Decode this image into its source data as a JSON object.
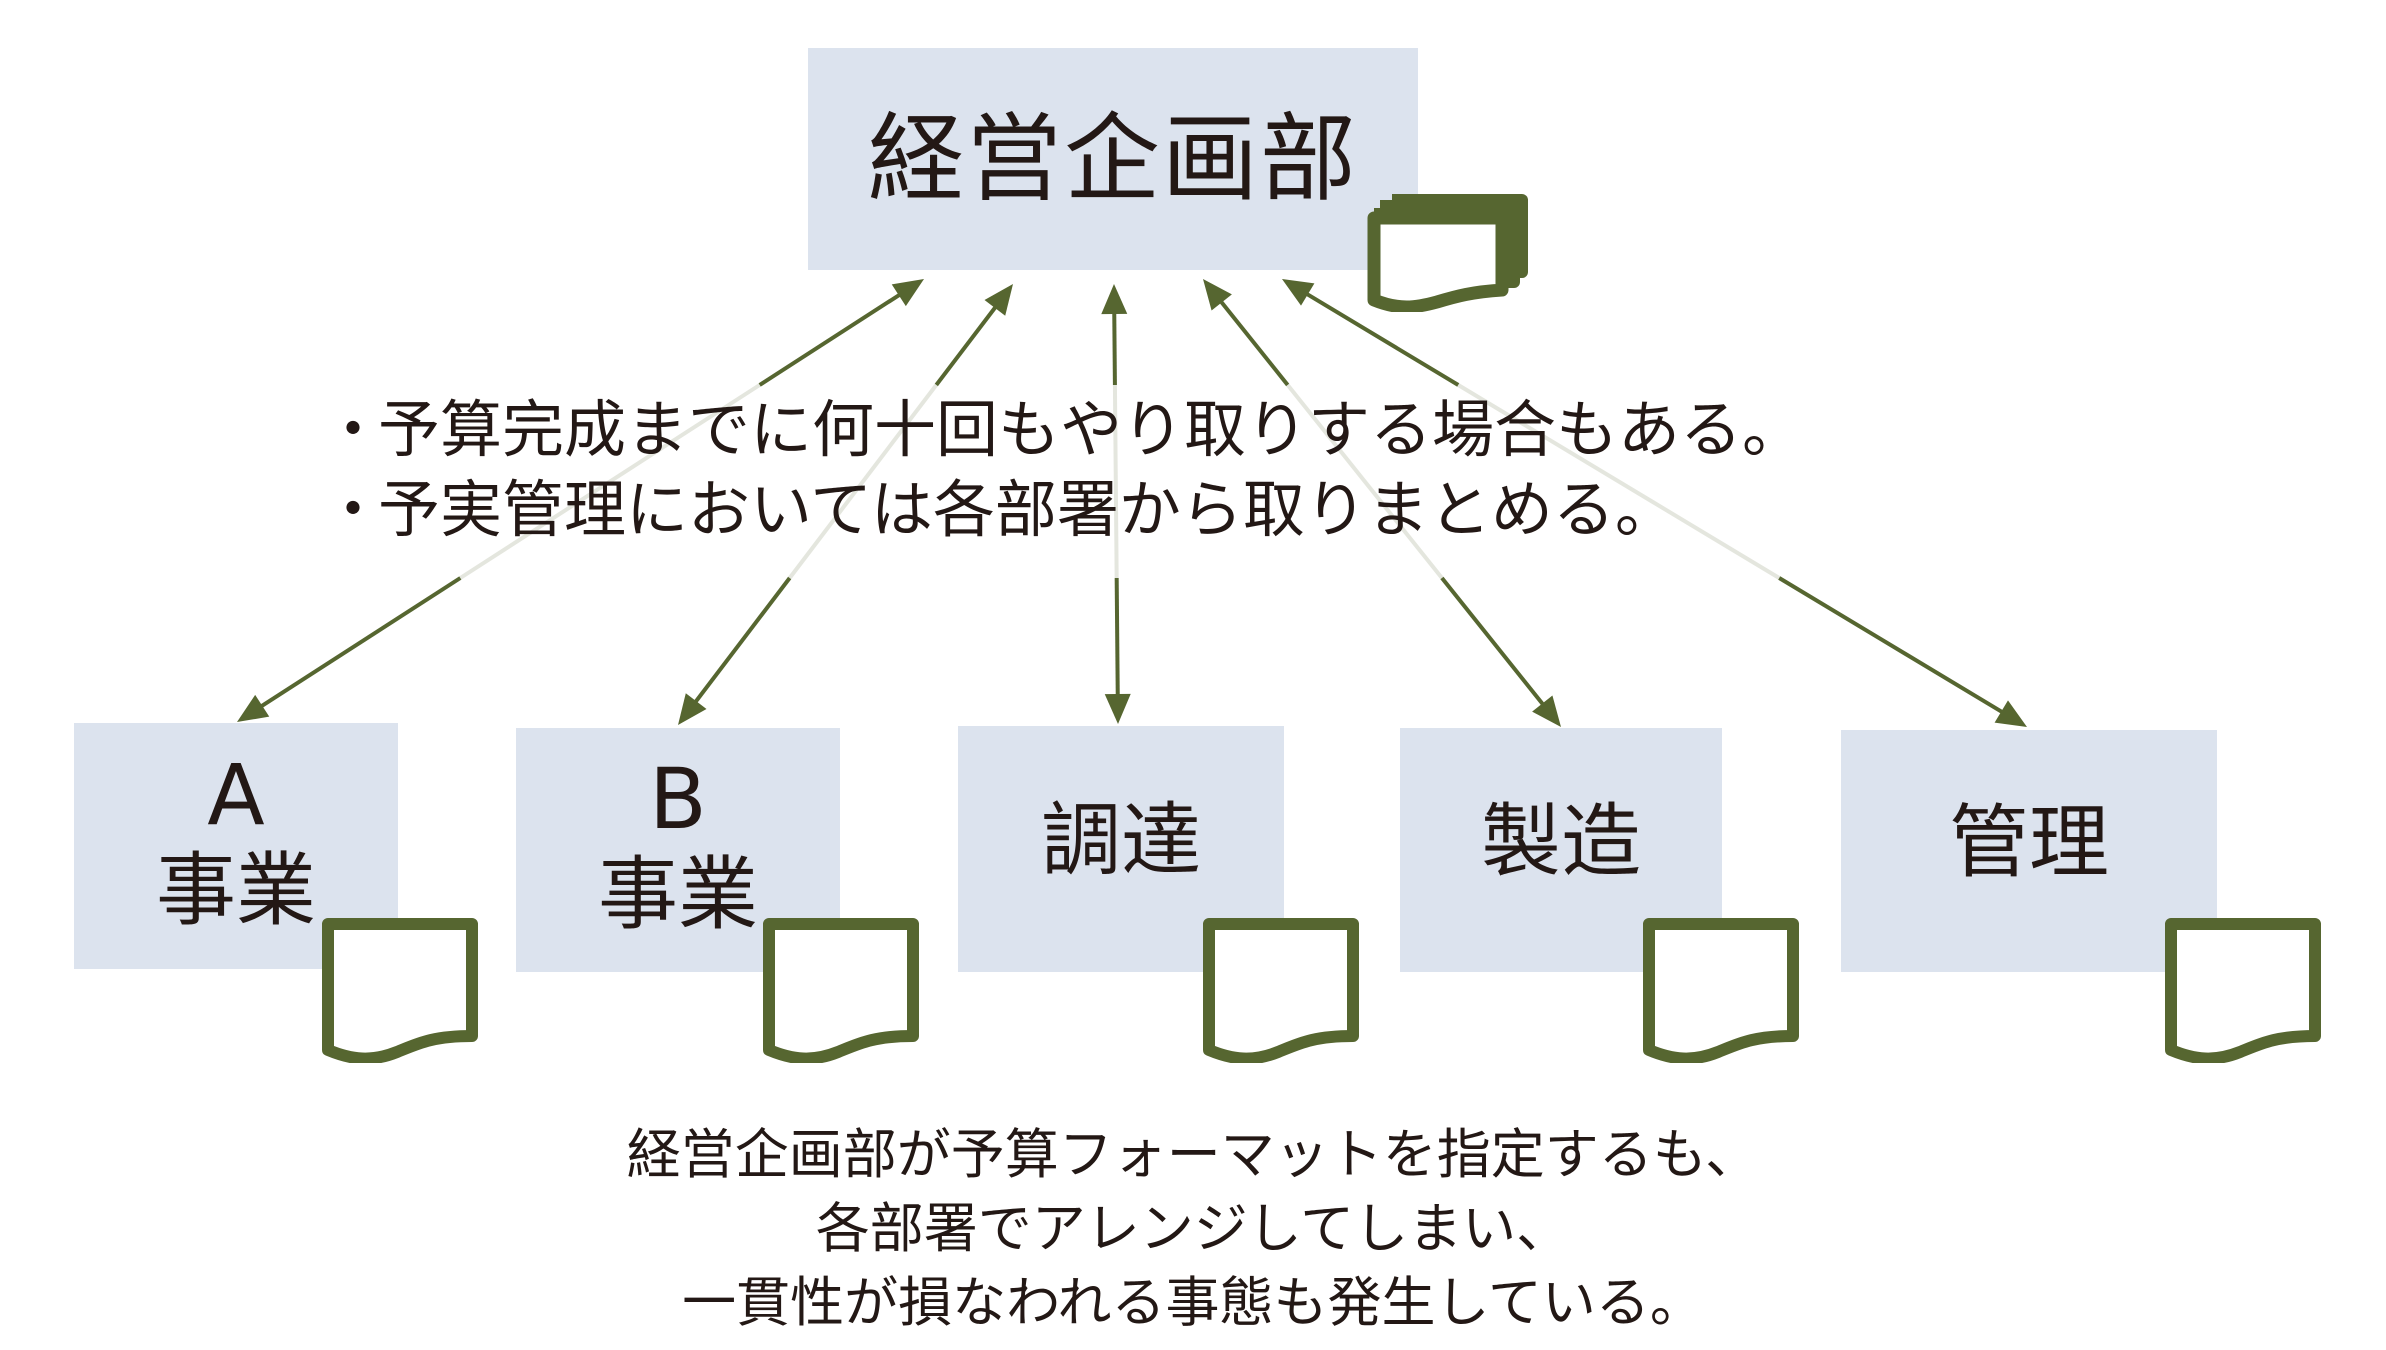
{
  "colors": {
    "box_fill": "#dce3ee",
    "accent_green": "#566630",
    "text": "#231815",
    "connector_faded": "#e4e6de"
  },
  "hq": {
    "label": "経営企画部",
    "icon": "document-stack-icon"
  },
  "departments": [
    {
      "id": "a",
      "label_top": "A",
      "label": "事業",
      "icon": "document-icon"
    },
    {
      "id": "b",
      "label_top": "B",
      "label": "事業",
      "icon": "document-icon"
    },
    {
      "id": "proc",
      "label": "調達",
      "icon": "document-icon"
    },
    {
      "id": "mfg",
      "label": "製造",
      "icon": "document-icon"
    },
    {
      "id": "admin",
      "label": "管理",
      "icon": "document-icon"
    }
  ],
  "connectors": [
    {
      "from": "経営企画部",
      "to": "A事業",
      "type": "bidirectional-arrow"
    },
    {
      "from": "経営企画部",
      "to": "B事業",
      "type": "bidirectional-arrow"
    },
    {
      "from": "経営企画部",
      "to": "調達",
      "type": "bidirectional-arrow"
    },
    {
      "from": "経営企画部",
      "to": "製造",
      "type": "bidirectional-arrow"
    },
    {
      "from": "経営企画部",
      "to": "管理",
      "type": "bidirectional-arrow"
    }
  ],
  "notes": {
    "bullet": "・",
    "items": [
      "予算完成までに何十回もやり取りする場合もある。",
      "予実管理においては各部署から取りまとめる。"
    ]
  },
  "caption": {
    "lines": [
      "経営企画部が予算フォーマットを指定するも、",
      "各部署でアレンジしてしまい、",
      "一貫性が損なわれる事態も発生している。"
    ]
  }
}
